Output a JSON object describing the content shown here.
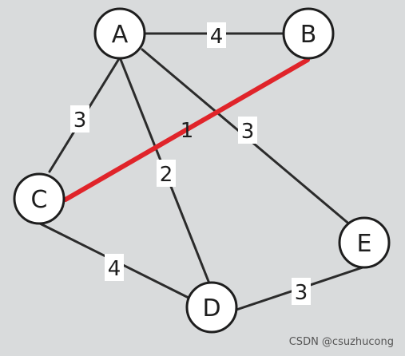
{
  "graph": {
    "nodes": [
      {
        "id": "A",
        "label": "A"
      },
      {
        "id": "B",
        "label": "B"
      },
      {
        "id": "C",
        "label": "C"
      },
      {
        "id": "D",
        "label": "D"
      },
      {
        "id": "E",
        "label": "E"
      }
    ],
    "edges": [
      {
        "from": "A",
        "to": "B",
        "weight": "4",
        "highlighted": false
      },
      {
        "from": "A",
        "to": "C",
        "weight": "3",
        "highlighted": false
      },
      {
        "from": "A",
        "to": "D",
        "weight": "2",
        "highlighted": false
      },
      {
        "from": "A",
        "to": "E",
        "weight": "3",
        "highlighted": false
      },
      {
        "from": "C",
        "to": "B",
        "weight": "1",
        "highlighted": true
      },
      {
        "from": "C",
        "to": "D",
        "weight": "4",
        "highlighted": false
      },
      {
        "from": "D",
        "to": "E",
        "weight": "3",
        "highlighted": false
      }
    ],
    "highlight_color": "#e0242a"
  },
  "watermark": "CSDN @csuzhucong"
}
